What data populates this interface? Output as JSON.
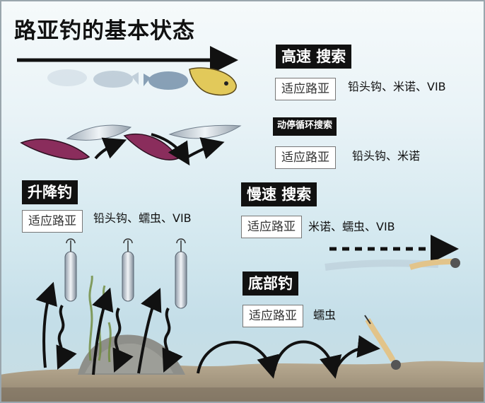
{
  "title": "路亚钓的基本状态",
  "sections": [
    {
      "key": "fast",
      "header": "高速 搜索",
      "fit_label": "适应路亚",
      "lures": "铅头钩、米诺、VIB"
    },
    {
      "key": "stopgo",
      "header": "动停循环搜索",
      "fit_label": "适应路亚",
      "lures": "铅头钩、米诺"
    },
    {
      "key": "lift",
      "header": "升降钓",
      "fit_label": "适应路亚",
      "lures": "铅头钩、蠕虫、VIB"
    },
    {
      "key": "slow",
      "header": "慢速 搜索",
      "fit_label": "适应路亚",
      "lures": "米诺、蠕虫、VIB"
    },
    {
      "key": "bottom",
      "header": "底部钓",
      "fit_label": "适应路亚",
      "lures": "蠕虫"
    }
  ],
  "colors": {
    "header_bg": "#111111",
    "water_top": "#f6fafb",
    "water_bottom": "#c4dee8",
    "seabed": "#a89a82",
    "lure_gold": "#e2c95a",
    "lure_magenta": "#8a2d5c"
  }
}
